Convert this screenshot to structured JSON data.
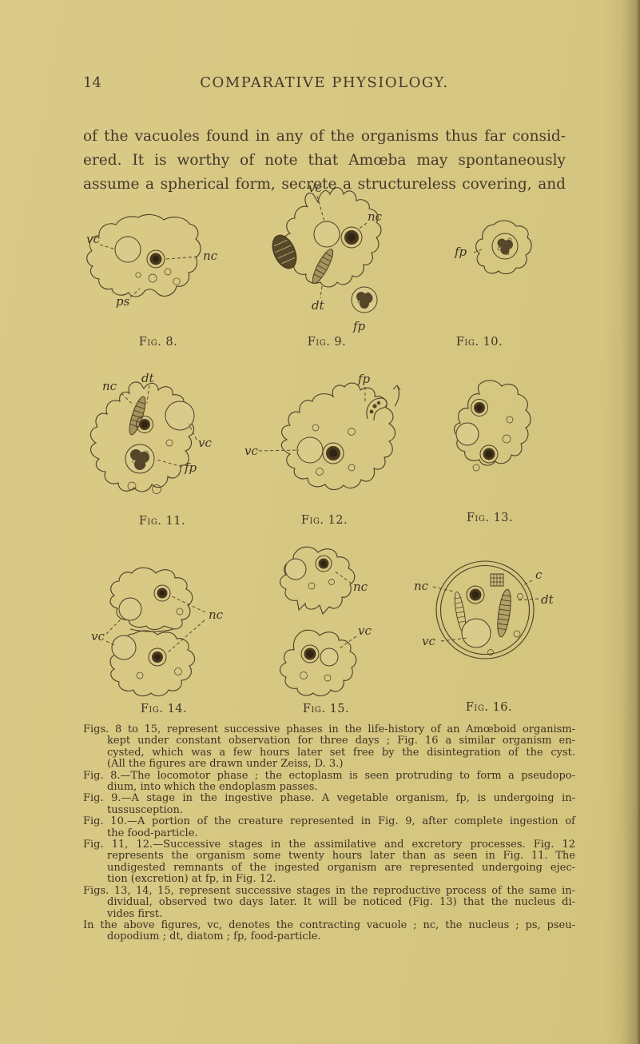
{
  "page": {
    "number": "14",
    "running_head": "COMPARATIVE PHYSIOLOGY."
  },
  "paragraph": {
    "lines": [
      "of the vacuoles found in any of the organisms thus far consid-",
      "ered.  It is worthy of note that Amœba may spontaneously",
      "assume a spherical form, secrete a structureless covering, and"
    ]
  },
  "figures": {
    "fig8": {
      "caption": "Fig. 8.",
      "label_vc": "vc",
      "label_nc": "nc",
      "label_ps": "ps"
    },
    "fig9": {
      "caption": "Fig. 9.",
      "label_vc": "vc",
      "label_nc": "nc",
      "label_dt": "dt",
      "label_fp": "fp"
    },
    "fig10": {
      "caption": "Fig. 10.",
      "label_fp": "fp"
    },
    "fig11": {
      "caption": "Fig. 11.",
      "label_nc": "nc",
      "label_dt": "dt",
      "label_vc": "vc",
      "label_fp": "fp"
    },
    "fig12": {
      "caption": "Fig. 12.",
      "label_fp": "fp",
      "label_vc": "vc"
    },
    "fig13": {
      "caption": "Fig. 13."
    },
    "fig14": {
      "caption": "Fig. 14.",
      "label_vc": "vc",
      "label_nc": "nc"
    },
    "fig15": {
      "caption": "Fig. 15.",
      "label_nc": "nc",
      "label_vc": "vc"
    },
    "fig16": {
      "caption": "Fig. 16.",
      "label_nc": "nc",
      "label_c": "c",
      "label_dt": "dt",
      "label_vc": "vc"
    }
  },
  "captions": {
    "lines": [
      "Figs. 8 to 15, represent successive phases in the life-history of an Amœboid organism-",
      "kept under constant observation for three days ; Fig. 16 a similar organism en-",
      "cysted, which was a few hours later set free by the disintegration of the cyst.",
      "(All the figures are drawn under Zeiss, D. 3.)",
      "Fig. 8.—The locomotor phase ; the ectoplasm is seen protruding to form a pseudopo-",
      "dium, into which the endoplasm passes.",
      "Fig. 9.—A stage in the ingestive phase.  A vegetable organism, fp, is undergoing in-",
      "tussusception.",
      "Fig. 10.—A portion of the creature represented in Fig. 9, after complete ingestion of",
      "the food-particle.",
      "Fig. 11, 12.—Successive stages in the assimilative and excretory processes.  Fig. 12",
      "represents the organism some twenty hours later than as seen in Fig. 11.  The",
      "undigested remnants of the ingested organism are represented undergoing ejec-",
      "tion (excretion) at fp, in Fig. 12.",
      "Figs. 13, 14, 15, represent successive stages in the reproductive process of the same in-",
      "dividual, observed two days later.  It will be noticed (Fig. 13) that the nucleus di-",
      "vides first.",
      "In the above figures, vc, denotes the contracting vacuole ; nc, the nucleus ; ps, pseu-",
      "dopodium ; dt, diatom ; fp, food-particle."
    ]
  }
}
